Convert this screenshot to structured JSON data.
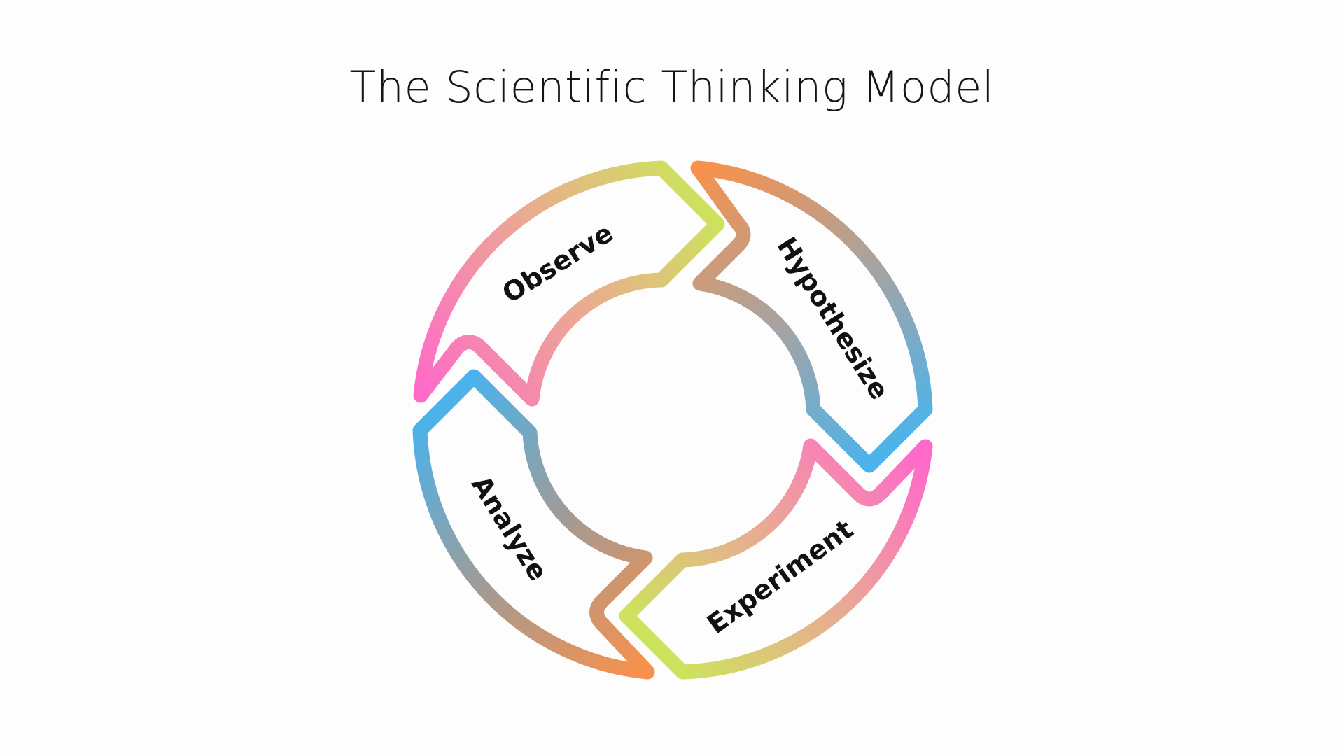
{
  "title": "The Scientific Thinking Model",
  "steps": [
    {
      "label": "Observe"
    },
    {
      "label": "Hypothesize"
    },
    {
      "label": "Experiment"
    },
    {
      "label": "Analyze"
    }
  ],
  "colors": {
    "pink": "#ff6ac9",
    "orange": "#f7914d",
    "lime": "#cde35c",
    "blue": "#45b4f2",
    "tan": "#c79a7b",
    "gray": "#a4a4a4"
  }
}
